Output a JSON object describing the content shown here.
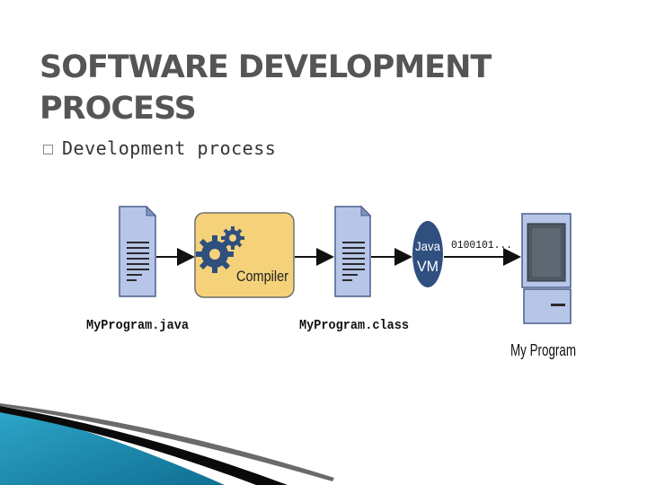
{
  "slide": {
    "title_line1": "SOFTWARE DEVELOPMENT",
    "title_line2": "PROCESS",
    "bullet": "Development process"
  },
  "diagram": {
    "source_file": "MyProgram.java",
    "compiler_label": "Compiler",
    "class_file": "MyProgram.class",
    "jvm_line1": "Java",
    "jvm_line2": "VM",
    "binary_text": "0100101...",
    "program_label": "My Program"
  },
  "colors": {
    "title": "#555555",
    "document_fill": "#b7c6e8",
    "compiler_fill": "#f5d27a",
    "jvm_fill": "#2f4f7f",
    "arrow": "#111111",
    "decor_teal": "#1e8fb3"
  }
}
